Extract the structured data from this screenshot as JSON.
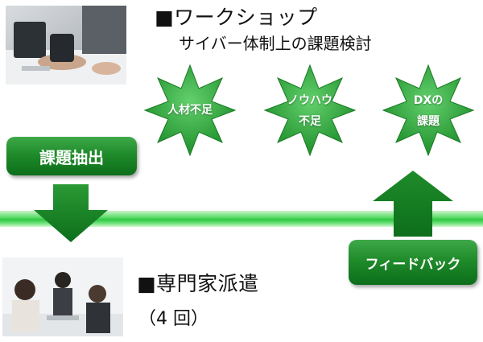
{
  "workshop": {
    "title": "■ワークショップ",
    "subtitle": "サイバー体制上の課題検討"
  },
  "challenges": [
    {
      "lines": [
        "人材不足"
      ]
    },
    {
      "lines": [
        "ノウハウ",
        "不足"
      ]
    },
    {
      "lines": [
        "DXの",
        "課題"
      ]
    }
  ],
  "extract_button": {
    "label": "課題抽出"
  },
  "feedback_button": {
    "label": "フィードバック"
  },
  "experts": {
    "title": "■専門家派遣",
    "count": "（4 回）"
  },
  "colors": {
    "band": "#2fc944",
    "button": "#1f8b2a",
    "star": "#2aa636"
  }
}
